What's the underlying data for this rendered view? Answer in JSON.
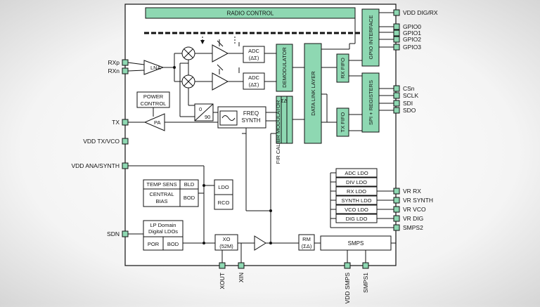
{
  "blocks": {
    "radio_control": "RADIO CONTROL",
    "gpio_interface": "GPIO INTERFACE",
    "spi_registers": "SPI + REGISTERS",
    "data_link_layer": "DATA LINK LAYER",
    "demodulator": "DEMODULATOR",
    "rx_fifo": "RX FIFO",
    "tx_fifo": "TX FIFO",
    "fir_calibr_modulator": "FIR CALIBR MODULATOR",
    "sigma_delta": "ΣΔ",
    "adc": "ADC",
    "adc_sub": "(ΔΣ)",
    "lna": "LNA",
    "pa": "PA",
    "power_control_1": "POWER",
    "power_control_2": "CONTROL",
    "phase_0": "0",
    "phase_90": "90",
    "freq_synth_1": "FREQ",
    "freq_synth_2": "SYNTH",
    "temp_sens": "TEMP SENS",
    "bld": "BLD",
    "central_bias_1": "CENTRAL",
    "central_bias_2": "BIAS",
    "bod": "BOD",
    "ldo": "LDO",
    "rco": "RCO",
    "lp_domain_1": "LP Domain",
    "lp_domain_2": "Digital LDOs",
    "por": "POR",
    "xo_1": "XO",
    "xo_2": "(52M)",
    "rm_1": "RM",
    "rm_2": "(ΣΔ)",
    "smps": "SMPS",
    "adc_ldo": "ADC LDO",
    "div_ldo": "DIV LDO",
    "rx_ldo": "RX LDO",
    "synth_ldo": "SYNTH LDO",
    "vco_ldo": "VCO LDO",
    "dig_ldo": "DIG LDO"
  },
  "pins": {
    "left": {
      "rxp": "RXp",
      "rxn": "RXn",
      "tx": "TX",
      "vdd_tx_vco": "VDD TX/VCO",
      "vdd_ana_synth": "VDD ANA/SYNTH",
      "sdn": "SDN"
    },
    "right": {
      "vdd_dig_rx": "VDD DIG/RX",
      "gpio0": "GPIO0",
      "gpio1": "GPIO1",
      "gpio2": "GPIO2",
      "gpio3": "GPIO3",
      "csn": "CSn",
      "sclk": "SCLK",
      "sdi": "SDI",
      "sdo": "SDO",
      "vr_rx": "VR RX",
      "vr_synth": "VR SYNTH",
      "vr_vco": "VR VCO",
      "vr_dig": "VR DIG",
      "smps2": "SMPS2"
    },
    "bottom": {
      "xout": "XOUT",
      "xin": "XIN",
      "vdd_smps": "VDD SMPS",
      "smps1": "SMPS1"
    }
  },
  "colors": {
    "block_fill": "#8ed8b2",
    "outline": "#111111",
    "background": "#f4f4f4"
  }
}
